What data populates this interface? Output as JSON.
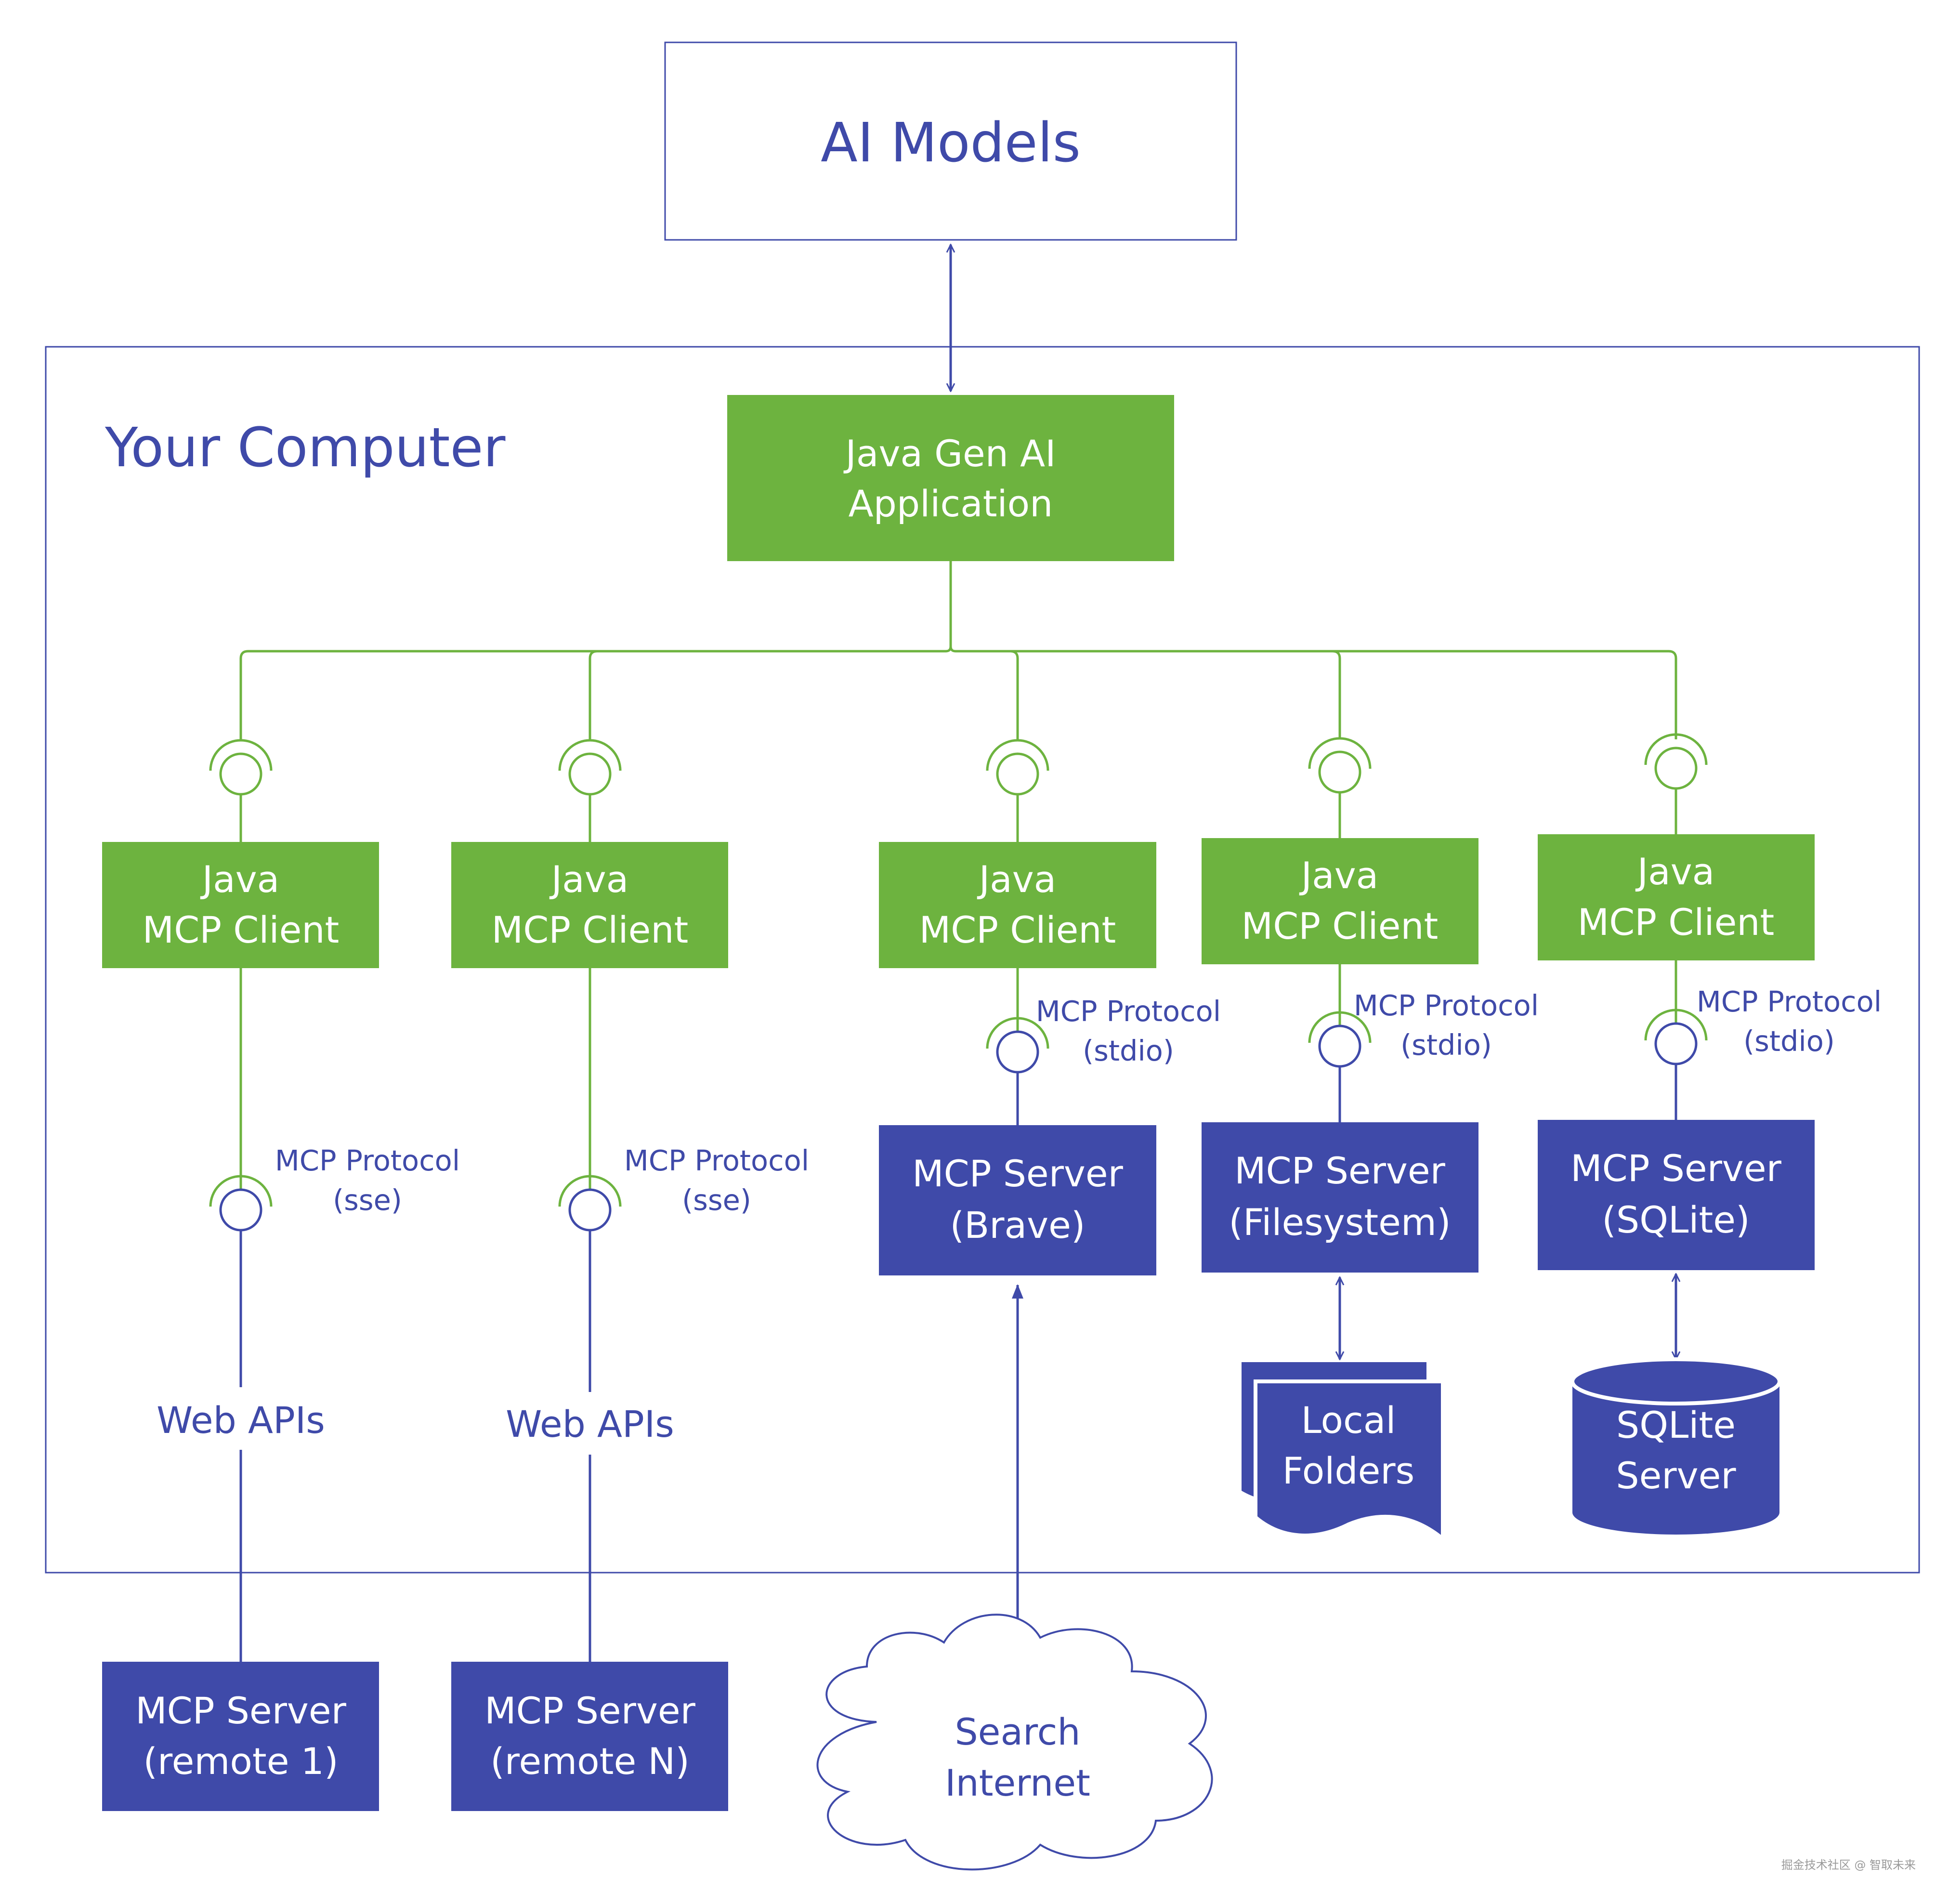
{
  "colors": {
    "green": "#6db33f",
    "blue": "#3f4aa9",
    "white": "#ffffff",
    "watermark": "#9a9a9a"
  },
  "ai_models": {
    "label": "AI Models"
  },
  "computer": {
    "label": "Your Computer"
  },
  "app": {
    "line1": "Java Gen AI",
    "line2": "Application"
  },
  "clients": [
    {
      "line1": "Java",
      "line2": "MCP Client"
    },
    {
      "line1": "Java",
      "line2": "MCP Client"
    },
    {
      "line1": "Java",
      "line2": "MCP Client"
    },
    {
      "line1": "Java",
      "line2": "MCP Client"
    },
    {
      "line1": "Java",
      "line2": "MCP Client"
    }
  ],
  "protocols": [
    {
      "line1": "MCP Protocol",
      "line2": "(sse)"
    },
    {
      "line1": "MCP Protocol",
      "line2": "(sse)"
    },
    {
      "line1": "MCP Protocol",
      "line2": "(stdio)"
    },
    {
      "line1": "MCP Protocol",
      "line2": "(stdio)"
    },
    {
      "line1": "MCP Protocol",
      "line2": "(stdio)"
    }
  ],
  "web_apis": [
    "Web APIs",
    "Web APIs"
  ],
  "local_servers": [
    {
      "line1": "MCP Server",
      "line2": "(Brave)"
    },
    {
      "line1": "MCP Server",
      "line2": "(Filesystem)"
    },
    {
      "line1": "MCP Server",
      "line2": "(SQLite)"
    }
  ],
  "remote_servers": [
    {
      "line1": "MCP Server",
      "line2": "(remote 1)"
    },
    {
      "line1": "MCP Server",
      "line2": "(remote N)"
    }
  ],
  "local_folders": {
    "line1": "Local",
    "line2": "Folders"
  },
  "sqlite_db": {
    "line1": "SQLite",
    "line2": "Server"
  },
  "internet": {
    "line1": "Search",
    "line2": "Internet"
  },
  "watermark": "掘金技术社区 @ 智取未来"
}
